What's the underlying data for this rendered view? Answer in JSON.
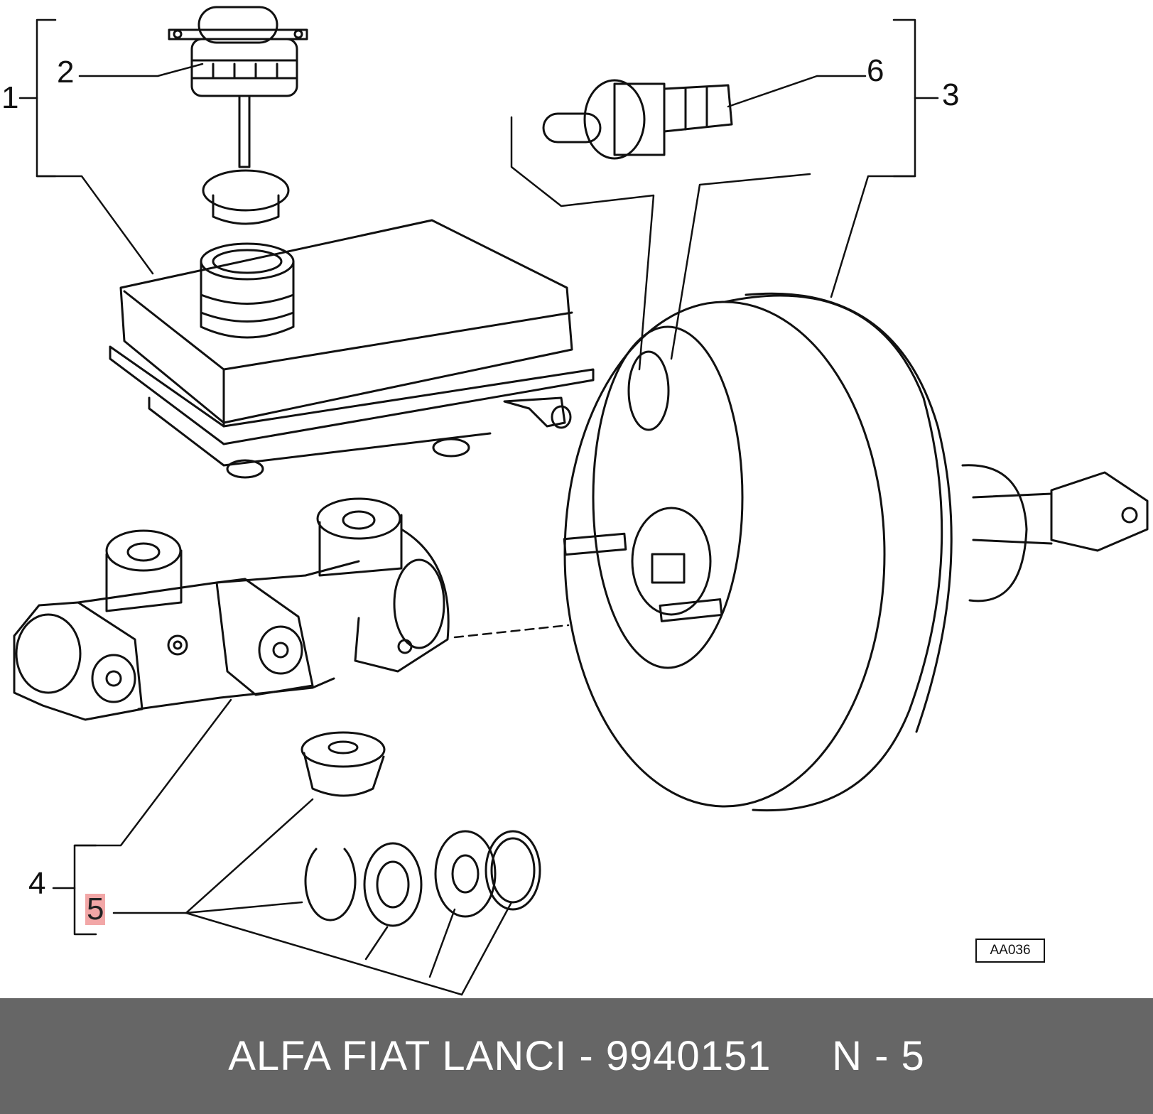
{
  "callouts": {
    "c1": "1",
    "c2": "2",
    "c3": "3",
    "c4": "4",
    "c5": "5",
    "c6": "6"
  },
  "highlight_color": "#f2a7a7",
  "reference_code": "AA036",
  "footer": {
    "text": "ALFA FIAT LANCI - 9940151     N - 5",
    "background": "#666666"
  }
}
